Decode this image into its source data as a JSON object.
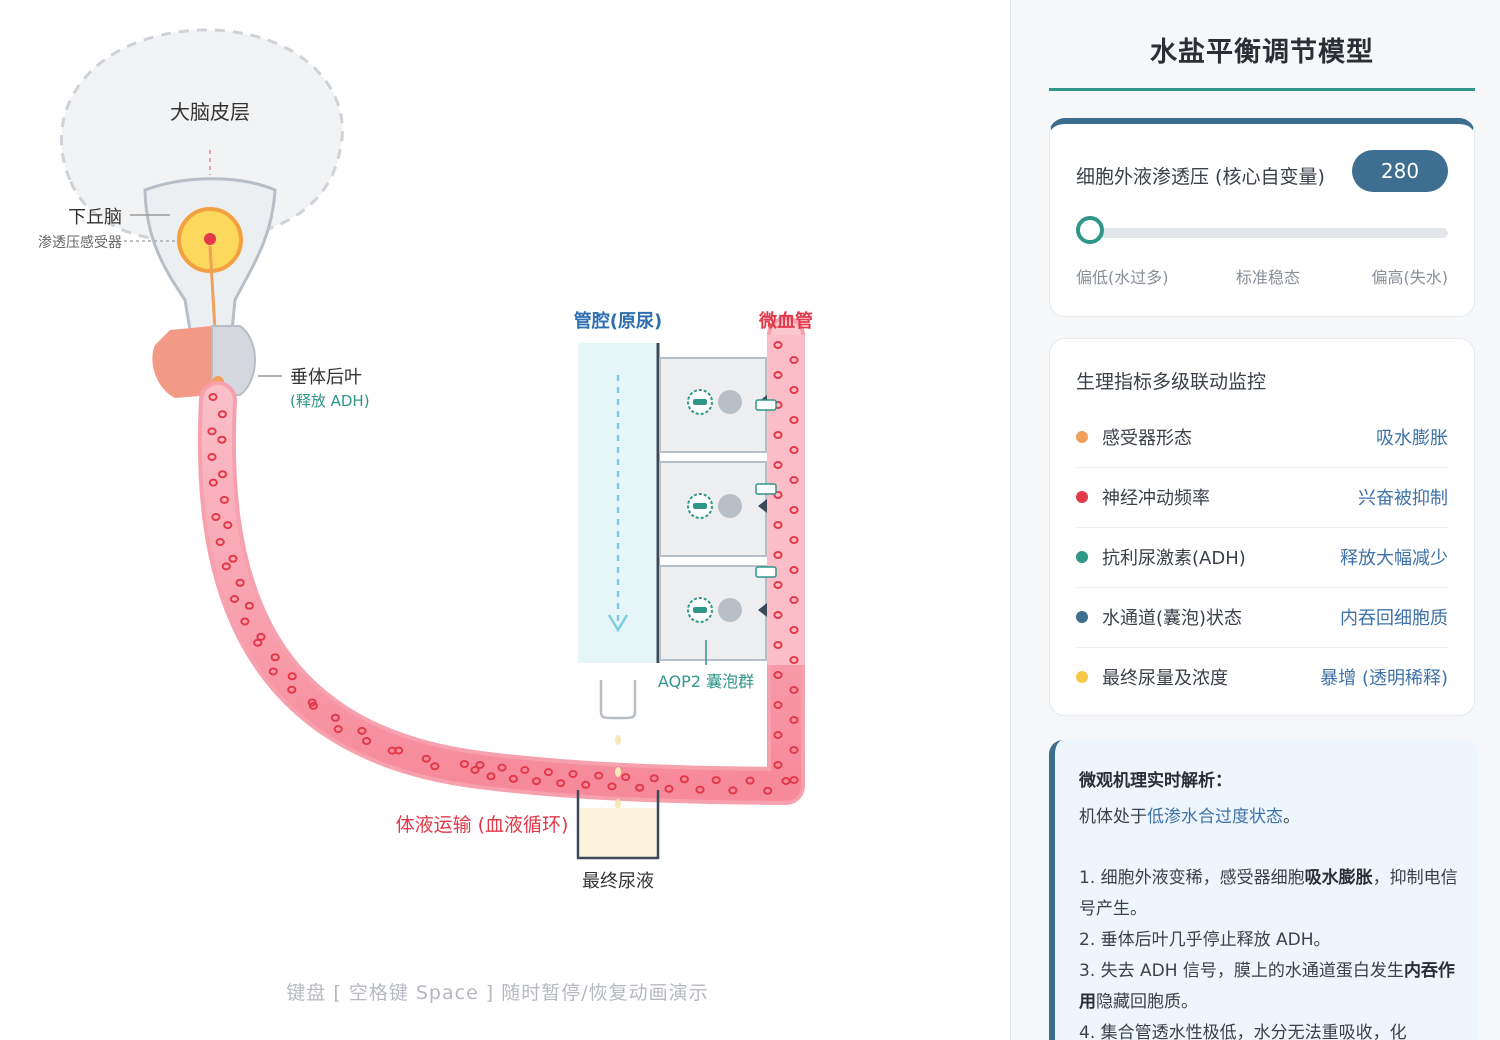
{
  "diagram": {
    "cortex_label": "大脑皮层",
    "hypothalamus_label": "下丘脑",
    "receptor_label": "渗透压感受器",
    "pituitary_label": "垂体后叶",
    "pituitary_sub": "(释放 ADH)",
    "lumen_label": "管腔(原尿)",
    "capillary_label": "微血管",
    "aqp2_label": "AQP2 囊泡群",
    "circulation_label": "体液运输 (血液循环)",
    "urine_label": "最终尿液"
  },
  "hint": "键盘 [ 空格键 Space ] 随时暂停/恢复动画演示",
  "panel": {
    "title": "水盐平衡调节模型",
    "osmolarity": {
      "label": "细胞外液渗透压 (核心自变量)",
      "value": "280",
      "slider_fraction": 0.0,
      "ticks": [
        "偏低(水过多)",
        "标准稳态",
        "偏高(失水)"
      ]
    },
    "monitor": {
      "title": "生理指标多级联动监控",
      "rows": [
        {
          "label": "感受器形态",
          "value": "吸水膨胀",
          "color": "#f0a05a"
        },
        {
          "label": "神经冲动频率",
          "value": "兴奋被抑制",
          "color": "#e23a4a"
        },
        {
          "label": "抗利尿激素(ADH)",
          "value": "释放大幅减少",
          "color": "#2f9688"
        },
        {
          "label": "水通道(囊泡)状态",
          "value": "内吞回细胞质",
          "color": "#3f6f90"
        },
        {
          "label": "最终尿量及浓度",
          "value": "暴增 (透明稀释)",
          "color": "#f5c84a"
        }
      ]
    },
    "analysis": {
      "title": "微观机理实时解析：",
      "intro_pre": "机体处于",
      "intro_hl": "低渗水合过度状态",
      "intro_post": "。",
      "p1_pre": "1. 细胞外液变稀，感受器细胞",
      "p1_bold": "吸水膨胀",
      "p1_post": "，抑制电信号产生。",
      "p2": "2. 垂体后叶几乎停止释放 ADH。",
      "p3_pre": "3. 失去 ADH 信号，膜上的水通道蛋白发生",
      "p3_bold": "内吞作用",
      "p3_post": "隐藏回胞质。",
      "p4": "4. 集合管透水性极低，水分无法重吸收，化"
    }
  }
}
